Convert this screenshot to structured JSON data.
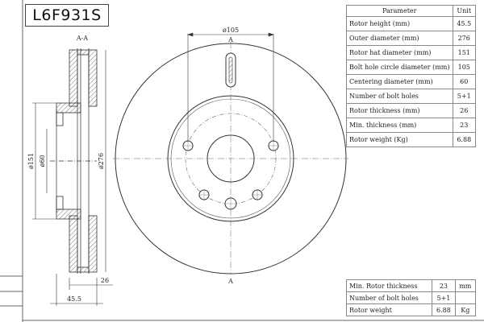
{
  "part_number": "L6F931S",
  "section_label": "A-A",
  "section_marker": "A",
  "dimensions": {
    "bolt_circle": "ø105",
    "hat_diameter": "ø151",
    "center_bore": "ø60",
    "outer_diameter": "ø276",
    "thickness": "26",
    "height": "45.5"
  },
  "params_table": {
    "header": {
      "parameter": "Parameter",
      "unit": "Unit"
    },
    "rows": [
      {
        "name": "Rotor height (mm)",
        "value": "45.5"
      },
      {
        "name": "Outer diameter (mm)",
        "value": "276"
      },
      {
        "name": "Rotor hat diameter (mm)",
        "value": "151"
      },
      {
        "name": "Bolt hole circle diameter (mm)",
        "value": "105"
      },
      {
        "name": "Centering diameter (mm)",
        "value": "60"
      },
      {
        "name": "Number of bolt holes",
        "value": "5+1"
      },
      {
        "name": "Rotor thickness (mm)",
        "value": "26"
      },
      {
        "name": "Min. thickness (mm)",
        "value": "23"
      },
      {
        "name": "Rotor weight (Kg)",
        "value": "6.88"
      }
    ]
  },
  "summary_table": {
    "rows": [
      {
        "name": "Min. Rotor thickness",
        "value": "23",
        "unit": "mm"
      },
      {
        "name": "Number of bolt holes",
        "value": "5+1",
        "unit": ""
      },
      {
        "name": "Rotor weight",
        "value": "6.88",
        "unit": "Kg"
      }
    ]
  }
}
